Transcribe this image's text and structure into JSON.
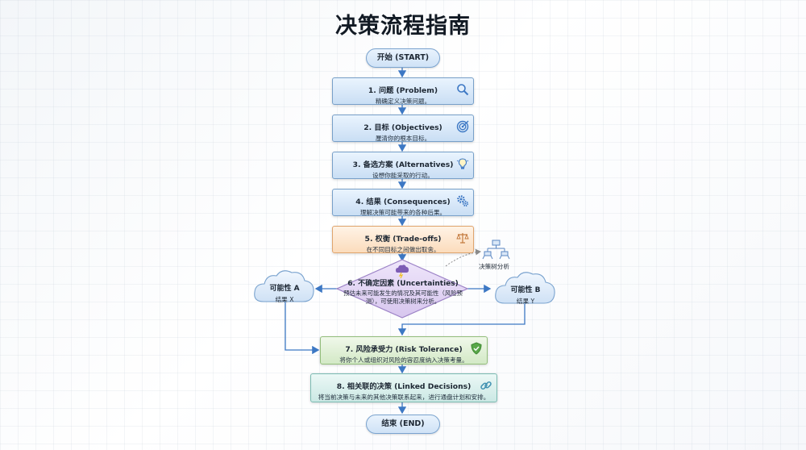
{
  "title": "决策流程指南",
  "start": "开始 (START)",
  "end": "结束 (END)",
  "steps": [
    {
      "title": "1. 问题 (Problem)",
      "desc": "精确定义决策问题。",
      "icon": "magnifier-icon"
    },
    {
      "title": "2. 目标 (Objectives)",
      "desc": "厘清你的根本目标。",
      "icon": "target-icon"
    },
    {
      "title": "3. 备选方案 (Alternatives)",
      "desc": "设想你能采取的行动。",
      "icon": "lightbulb-icon"
    },
    {
      "title": "4. 结果 (Consequences)",
      "desc": "理解决策可能带来的各种后果。",
      "icon": "gears-icon"
    },
    {
      "title": "5. 权衡 (Trade-offs)",
      "desc": "在不同目标之间做出取舍。",
      "icon": "scale-icon"
    },
    {
      "title": "6. 不确定因素 (Uncertainties)",
      "desc": "预估未来可能发生的情况及其可能性（风险预测），可使用决策树来分析。",
      "icon": "storm-cloud-icon"
    },
    {
      "title": "7. 风险承受力 (Risk Tolerance)",
      "desc": "将你个人或组织对风险的容忍度纳入决策考量。",
      "icon": "shield-icon"
    },
    {
      "title": "8. 相关联的决策 (Linked Decisions)",
      "desc": "将当前决策与未来的其他决策联系起来，进行通盘计划和安排。",
      "icon": "link-icon"
    }
  ],
  "possibilities": {
    "a": {
      "title": "可能性 A",
      "desc": "结果 X"
    },
    "b": {
      "title": "可能性 B",
      "desc": "结果 Y"
    }
  },
  "decision_tree_label": "决策树分析",
  "colors": {
    "blue_fill": "#c9def4",
    "orange_fill": "#fbdcbc",
    "purple_fill": "#dccdef",
    "green_fill": "#d3e9c6",
    "teal_fill": "#cbe8e4",
    "arrow": "#3d78c4"
  }
}
